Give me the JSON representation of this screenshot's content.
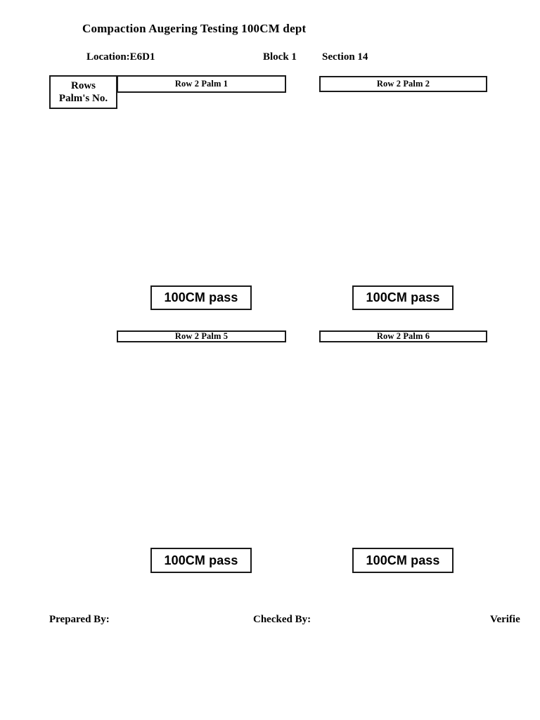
{
  "document": {
    "title": "Compaction Augering Testing 100CM dept"
  },
  "header": {
    "location_label": "Location:E6D1",
    "block_label": "Block  1",
    "section_label": "Section 14"
  },
  "legend": {
    "line1": "Rows",
    "line2": "Palm's No."
  },
  "columns": [
    {
      "top_palm": "Row 2 Palm 1",
      "top_status": "100CM pass",
      "mid_palm": "Row 2 Palm 5",
      "bottom_status": "100CM pass"
    },
    {
      "top_palm": "Row 2 Palm 2",
      "top_status": "100CM pass",
      "mid_palm": "Row 2 Palm 6",
      "bottom_status": "100CM pass"
    }
  ],
  "footer": {
    "prepared_by": "Prepared By:",
    "checked_by": "Checked By:",
    "verified_by": "Verifie"
  },
  "colors": {
    "ink": "#1a1a1a",
    "paper": "#ffffff"
  }
}
